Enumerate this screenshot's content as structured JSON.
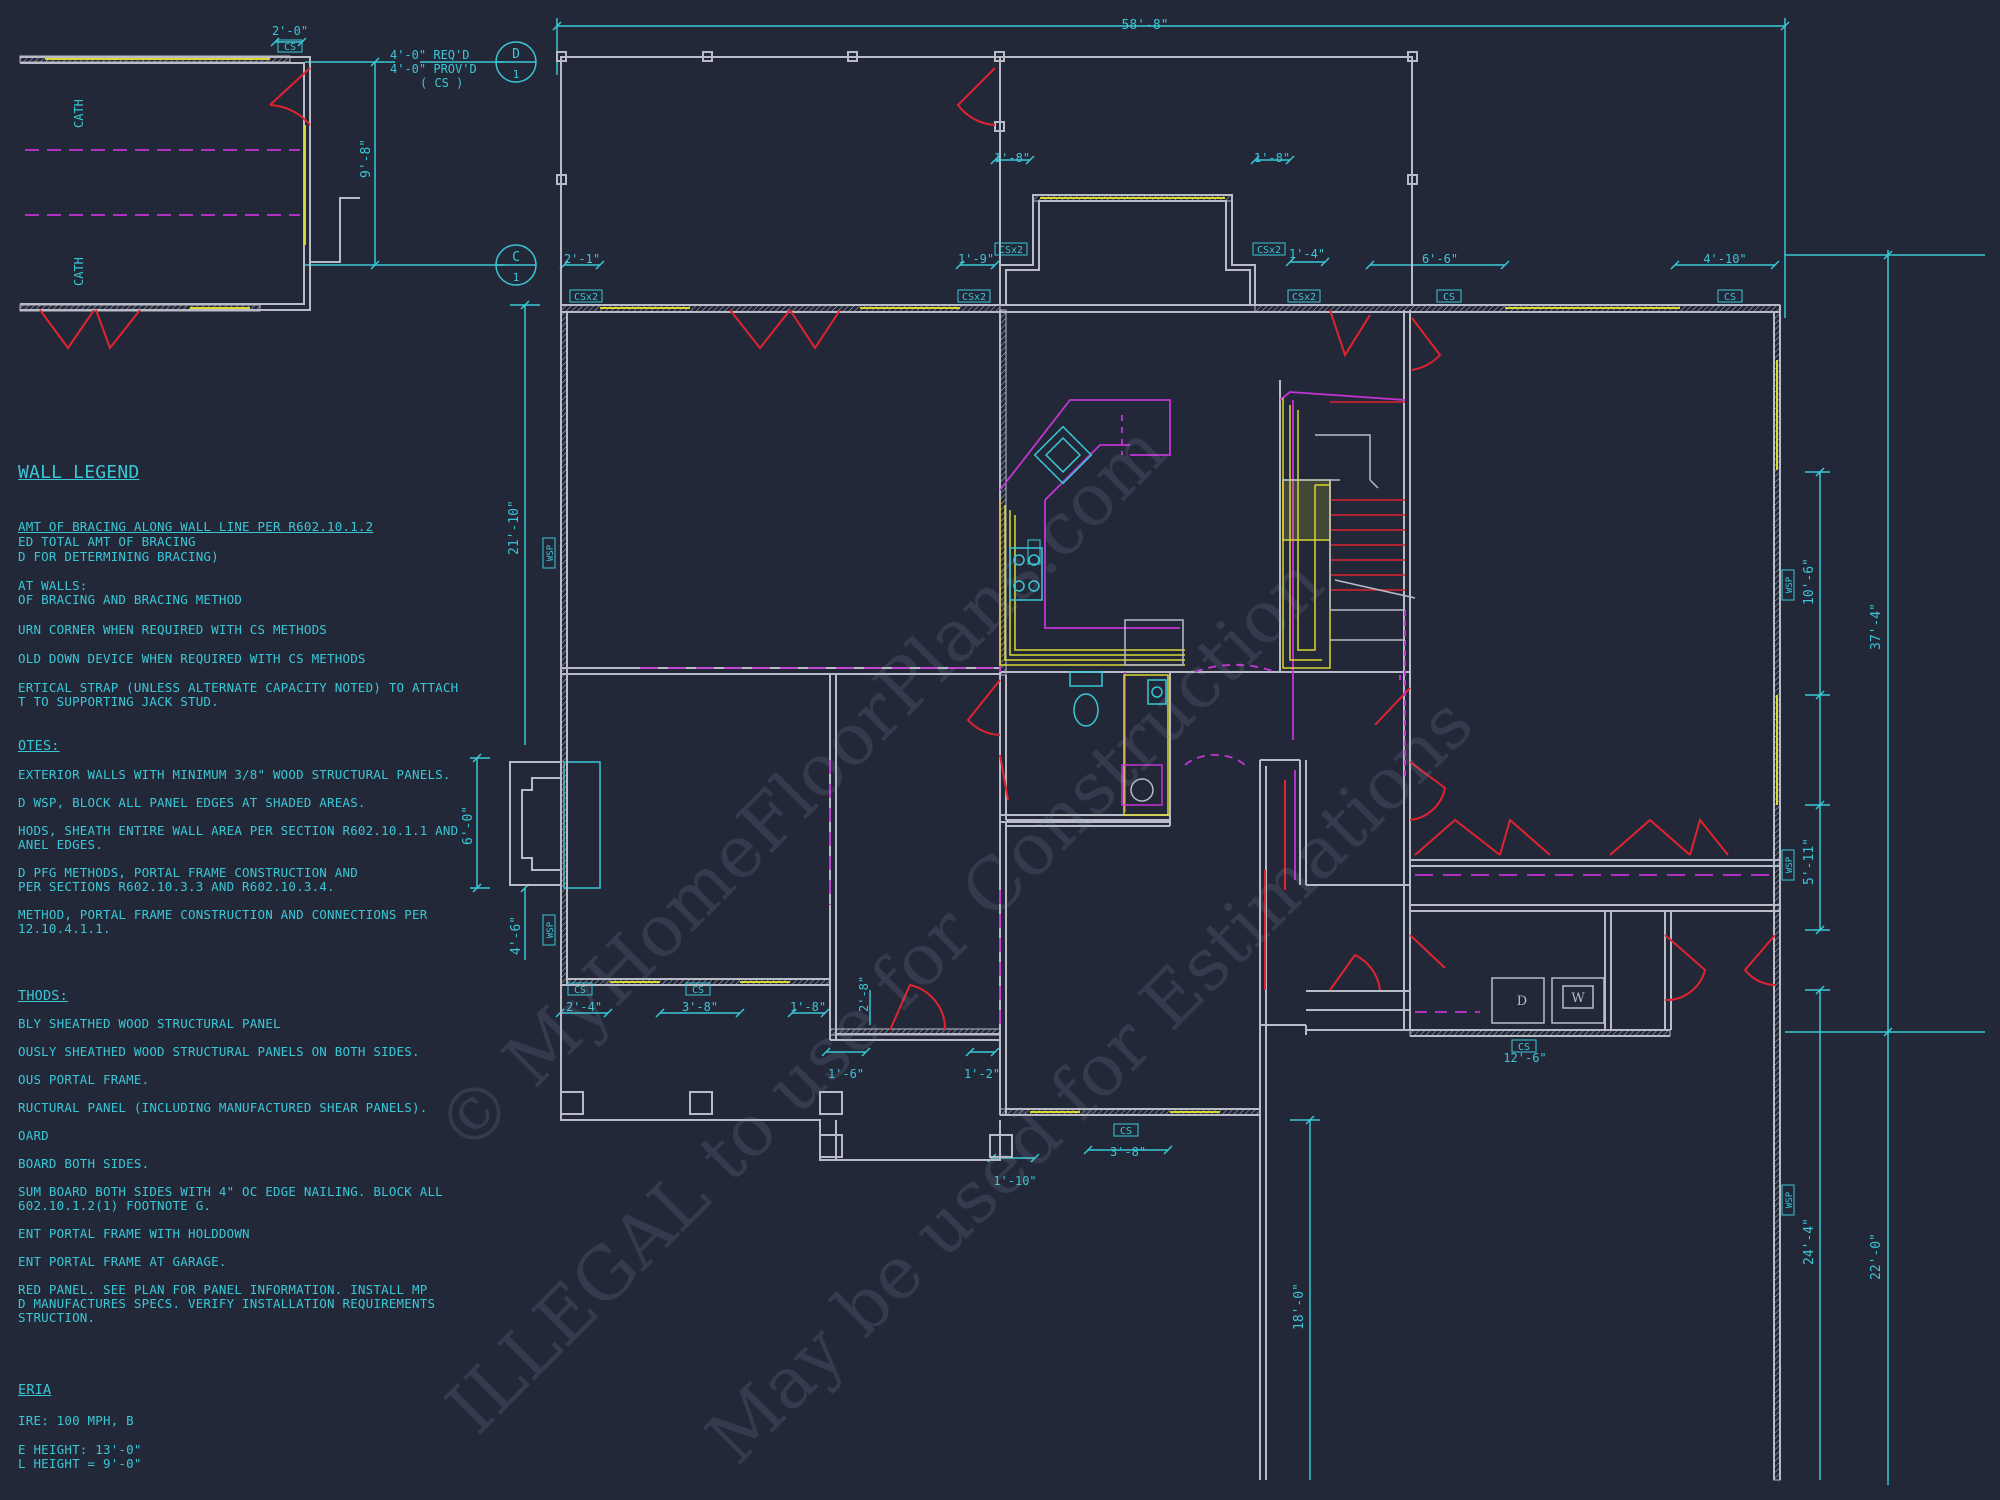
{
  "plan": {
    "overall_width_dim": "58'-8\"",
    "right_depth_dim": "37'-4\"",
    "right_lower_dim": "22'-0\"",
    "dim_21_10": "21'-10\"",
    "dim_10_6": "10'-6\"",
    "dim_5_11": "5'-11\"",
    "dim_24_4": "24'-4\"",
    "dim_18_0": "18'-0\"",
    "dim_6_0": "6'-0\"",
    "dim_4_6": "4'-6\"",
    "dim_9_8": "9'-8\"",
    "dim_2_0": "2'-0\"",
    "dim_1_8a": "1'-8\"",
    "dim_1_8b": "1'-8\"",
    "dim_1_9": "1'-9\"",
    "dim_1_4": "1'-4\"",
    "dim_2_1": "2'-1\"",
    "dim_6_6": "6'-6\"",
    "dim_4_10": "4'-10\"",
    "dim_2_4": "2'-4\"",
    "dim_3_8a": "3'-8\"",
    "dim_1_8c": "1'-8\"",
    "dim_2_8": "2'-8\"",
    "dim_1_6": "1'-6\"",
    "dim_1_2": "1'-2\"",
    "dim_3_8b": "3'-8\"",
    "dim_1_10": "1'-10\"",
    "dim_12_6": "12'-6\"",
    "section_d_letter": "D",
    "section_d_num": "1",
    "section_c_letter": "C",
    "section_c_num": "1",
    "req_line1": "4'-0\" REQ'D",
    "req_line2": "4'-0\" PROV'D",
    "req_line3": "( CS )",
    "cath": "CATH",
    "dryer": "D",
    "washer": "W",
    "tag_cs": "CS",
    "tag_csx2": "CSx2",
    "tag_wsp": "WSP"
  },
  "legend": {
    "title": "WALL LEGEND",
    "lines": [
      "AMT OF BRACING ALONG WALL LINE PER R602.10.1.2",
      "ED TOTAL AMT OF BRACING",
      "D FOR DETERMINING BRACING)",
      "AT WALLS:",
      " OF BRACING AND BRACING METHOD",
      "URN CORNER WHEN REQUIRED WITH CS METHODS",
      "OLD DOWN DEVICE WHEN REQUIRED WITH CS METHODS",
      "ERTICAL STRAP (UNLESS ALTERNATE CAPACITY NOTED) TO ATTACH",
      "T TO SUPPORTING JACK STUD."
    ],
    "notes_title": "OTES:",
    "notes": [
      "EXTERIOR WALLS WITH MINIMUM 3/8\" WOOD STRUCTURAL PANELS.",
      "D WSP, BLOCK ALL PANEL EDGES AT SHADED AREAS.",
      "HODS, SHEATH ENTIRE WALL AREA PER SECTION R602.10.1.1 AND",
      "ANEL EDGES.",
      "D PFG METHODS, PORTAL FRAME CONSTRUCTION AND",
      "PER SECTIONS R602.10.3.3 AND R602.10.3.4.",
      "METHOD, PORTAL FRAME CONSTRUCTION AND CONNECTIONS PER",
      "12.10.4.1.1."
    ],
    "methods_title": "THODS:",
    "methods": [
      "BLY SHEATHED WOOD STRUCTURAL PANEL",
      "OUSLY SHEATHED WOOD STRUCTURAL PANELS ON BOTH SIDES.",
      "OUS PORTAL FRAME.",
      "RUCTURAL PANEL (INCLUDING MANUFACTURED SHEAR PANELS).",
      "OARD",
      " BOARD BOTH SIDES.",
      "SUM BOARD BOTH SIDES WITH 4\" OC EDGE NAILING. BLOCK ALL",
      "602.10.1.2(1) FOOTNOTE G.",
      "ENT PORTAL FRAME WITH HOLDDOWN",
      "ENT PORTAL FRAME AT GARAGE.",
      "RED PANEL. SEE PLAN FOR PANEL INFORMATION. INSTALL MP",
      "D MANUFACTURES SPECS. VERIFY INSTALLATION REQUIREMENTS",
      "STRUCTION."
    ],
    "criteria_title": "ERIA",
    "criteria": [
      "IRE:  100 MPH, B",
      "E HEIGHT: 13'-0\"",
      "L HEIGHT = 9'-0\""
    ]
  },
  "watermark": {
    "line1": "© MyHomeFloorPlans.com",
    "line2": "ILLEGAL to use for Construction",
    "line3": "May be used for Estimations"
  },
  "colors": {
    "background": "#232839",
    "wall": "#b9bcc6",
    "dimension": "#39c7d6",
    "door": "#e0232f",
    "hidden": "#c434d6",
    "window": "#d9d832",
    "cabinet": "#d9d832"
  }
}
